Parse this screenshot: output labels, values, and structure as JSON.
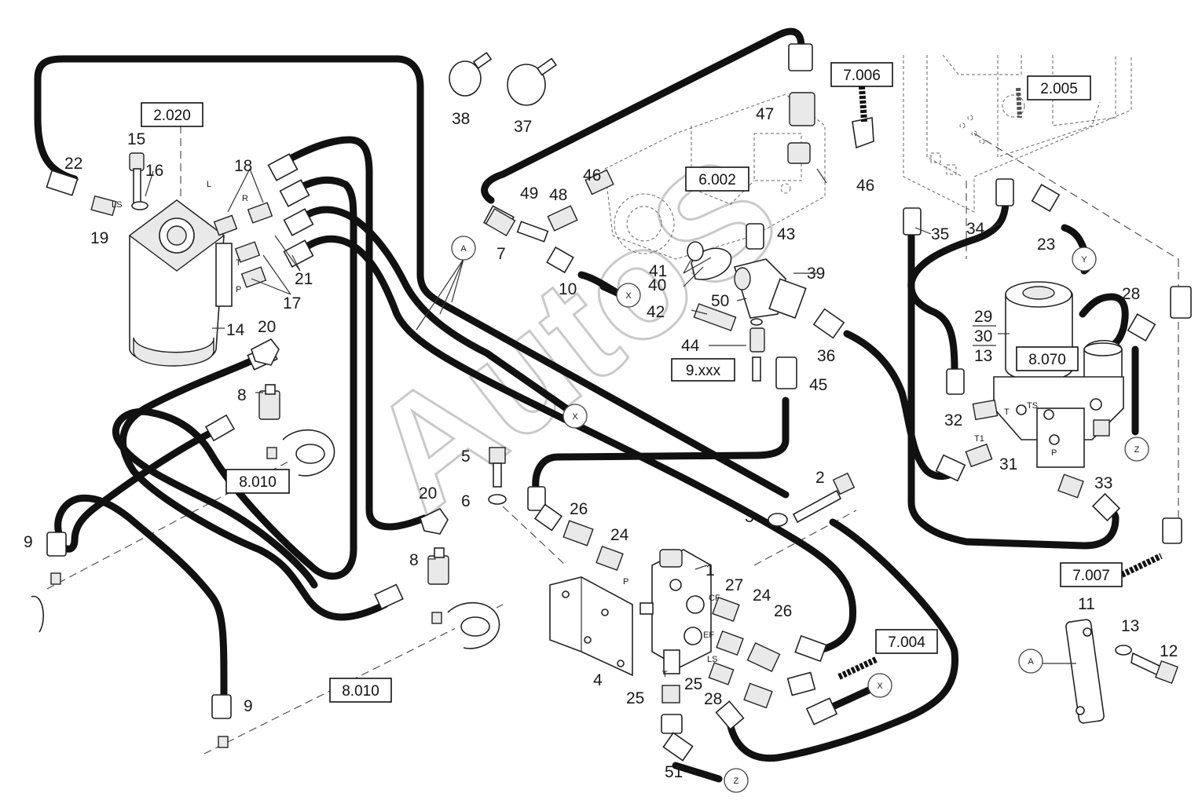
{
  "watermark": "AutoS",
  "reference_boxes": [
    "2.020",
    "6.002",
    "7.006",
    "2.005",
    "8.070",
    "8.010",
    "8.010",
    "7.004",
    "7.007",
    "9.xxx"
  ],
  "connector_circles": [
    "A",
    "A",
    "X",
    "X",
    "X",
    "Y",
    "Y",
    "Z",
    "Z"
  ],
  "port_labels": [
    "L",
    "R",
    "T",
    "P",
    "LS",
    "T",
    "T1",
    "P",
    "TS",
    "CF",
    "EF",
    "LS",
    "T",
    "P"
  ],
  "part_labels": [
    "1",
    "2",
    "3",
    "4",
    "5",
    "6",
    "7",
    "8",
    "8",
    "9",
    "9",
    "10",
    "11",
    "12",
    "13",
    "14",
    "15",
    "16",
    "17",
    "18",
    "19",
    "20",
    "20",
    "21",
    "22",
    "23",
    "24",
    "24",
    "25",
    "25",
    "26",
    "26",
    "27",
    "28",
    "28",
    "29",
    "30",
    "13",
    "31",
    "32",
    "33",
    "34",
    "35",
    "36",
    "37",
    "38",
    "39",
    "40",
    "41",
    "42",
    "43",
    "44",
    "45",
    "46",
    "46",
    "47",
    "48",
    "49",
    "50",
    "51"
  ]
}
